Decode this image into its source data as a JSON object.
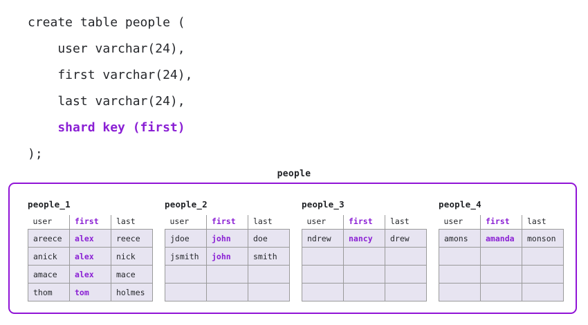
{
  "accent_color": "#8a1fd4",
  "border_color": "#9013d6",
  "cell_fill_color": "#e7e4f1",
  "cell_border_color": "#9a9a9a",
  "text_color": "#25272b",
  "sql": {
    "lines": [
      {
        "text": "create table people (",
        "accent": false
      },
      {
        "text": "    user varchar(24),",
        "accent": false
      },
      {
        "text": "    first varchar(24),",
        "accent": false
      },
      {
        "text": "    last varchar(24),",
        "accent": false
      },
      {
        "text": "    shard key (first)",
        "accent": true
      },
      {
        "text": ");",
        "accent": false
      }
    ]
  },
  "logical_table": {
    "title": "people"
  },
  "shards": [
    {
      "name": "people_1",
      "columns": [
        "user",
        "first",
        "last"
      ],
      "key_column_index": 1,
      "rows": [
        [
          "areece",
          "alex",
          "reece"
        ],
        [
          "anick",
          "alex",
          "nick"
        ],
        [
          "amace",
          "alex",
          "mace"
        ],
        [
          "thom",
          "tom",
          "holmes"
        ]
      ]
    },
    {
      "name": "people_2",
      "columns": [
        "user",
        "first",
        "last"
      ],
      "key_column_index": 1,
      "rows": [
        [
          "jdoe",
          "john",
          "doe"
        ],
        [
          "jsmith",
          "john",
          "smith"
        ],
        [
          "",
          "",
          ""
        ],
        [
          "",
          "",
          ""
        ]
      ]
    },
    {
      "name": "people_3",
      "columns": [
        "user",
        "first",
        "last"
      ],
      "key_column_index": 1,
      "rows": [
        [
          "ndrew",
          "nancy",
          "drew"
        ],
        [
          "",
          "",
          ""
        ],
        [
          "",
          "",
          ""
        ],
        [
          "",
          "",
          ""
        ]
      ]
    },
    {
      "name": "people_4",
      "columns": [
        "user",
        "first",
        "last"
      ],
      "key_column_index": 1,
      "rows": [
        [
          "amons",
          "amanda",
          "monson"
        ],
        [
          "",
          "",
          ""
        ],
        [
          "",
          "",
          ""
        ],
        [
          "",
          "",
          ""
        ]
      ]
    }
  ]
}
